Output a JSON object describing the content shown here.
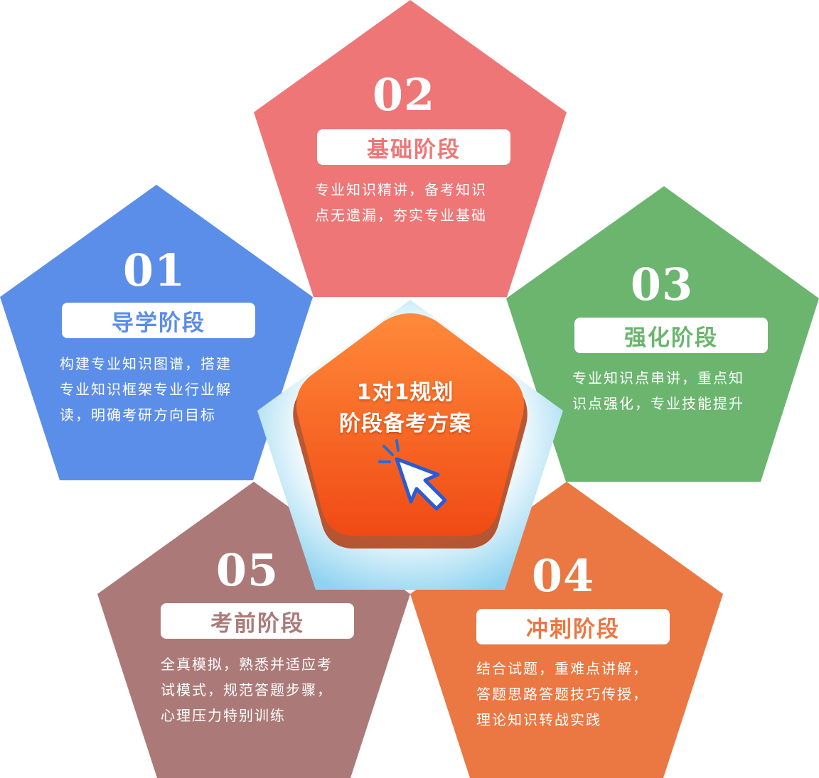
{
  "colors": {
    "stage1": "#5b8ee8",
    "stage2": "#ee7676",
    "stage3": "#6bb56e",
    "stage4": "#eb7743",
    "stage5": "#ab7a78",
    "center": "#f4601f",
    "center_glow": "#9ad8f2"
  },
  "center": {
    "line1": "1对1规划",
    "line2": "阶段备考方案",
    "icon": "cursor-click-icon"
  },
  "stages": [
    {
      "number": "01",
      "title": "导学阶段",
      "lines": [
        "构建专业知识图谱，搭建",
        "专业知识框架专业行业解",
        "读，明确考研方向目标"
      ]
    },
    {
      "number": "02",
      "title": "基础阶段",
      "lines": [
        "专业知识精讲，备考知识",
        "点无遗漏，夯实专业基础"
      ]
    },
    {
      "number": "03",
      "title": "强化阶段",
      "lines": [
        "专业知识点串讲，重点知",
        "识点强化，专业技能提升"
      ]
    },
    {
      "number": "04",
      "title": "冲刺阶段",
      "lines": [
        "结合试题，重难点讲解，",
        "答题思路答题技巧传授，",
        "理论知识转战实践"
      ]
    },
    {
      "number": "05",
      "title": "考前阶段",
      "lines": [
        "全真模拟，熟悉并适应考",
        "试模式，规范答题步骤，",
        "心理压力特别训练"
      ]
    }
  ]
}
